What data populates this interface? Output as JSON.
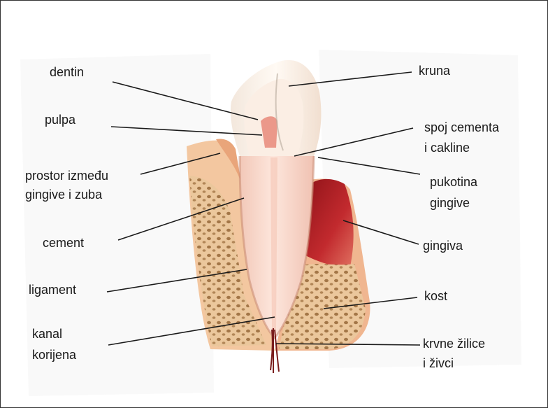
{
  "labels": {
    "dentin": "dentin",
    "pulpa": "pulpa",
    "prostor_1": "prostor između",
    "prostor_2": "gingive i zuba",
    "cement": "cement",
    "ligament": "ligament",
    "kanal_1": "kanal",
    "kanal_2": "korijena",
    "kruna": "kruna",
    "spoj_1": "spoj cementa",
    "spoj_2": "i cakline",
    "pukotina_1": "pukotina",
    "pukotina_2": "gingive",
    "gingiva": "gingiva",
    "kost": "kost",
    "krvne_1": "krvne žilice",
    "krvne_2": "i živci"
  },
  "colors": {
    "background": "#ffffff",
    "frame": "#333333",
    "leader_line": "#1a1a1a",
    "enamel": "#fdf6ee",
    "dentin": "#f6d2c4",
    "pulp": "#e8877a",
    "gum_healthy": "#f0b48c",
    "gum_inflamed": "#b8202a",
    "bone": "#e6b989",
    "bone_pores": "#8a5a2a"
  }
}
